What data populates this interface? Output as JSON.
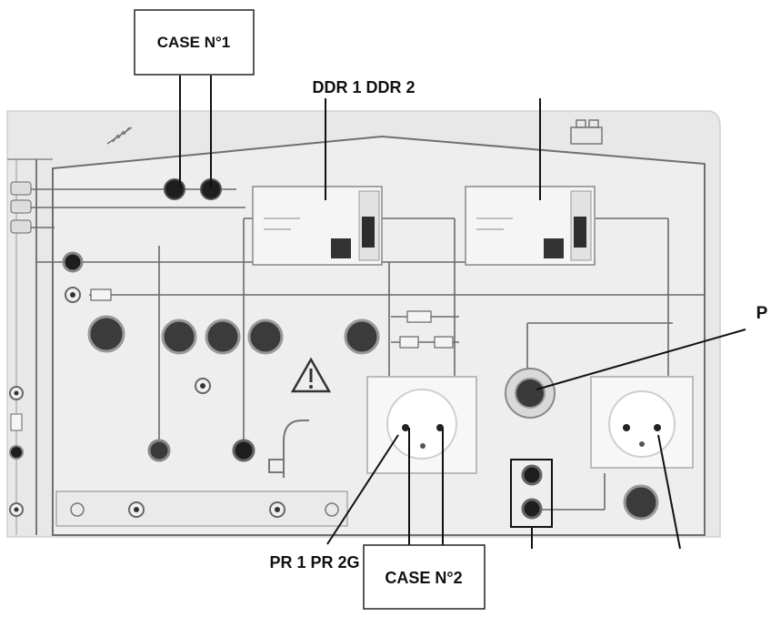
{
  "labels": {
    "case1": "CASE N°1",
    "ddr": "DDR 1 DDR 2",
    "p": "P",
    "pr": "PR 1 PR 2G",
    "case2": "CASE N°2"
  },
  "colors": {
    "panel": "#e9e9e9",
    "panel_inner": "#efefef",
    "wire": "#6a6a6a",
    "socket_plate": "#f7f7f7",
    "button_dark": "#3a3a3a",
    "jack": "#1e1e1e",
    "pointer": "#111111"
  }
}
